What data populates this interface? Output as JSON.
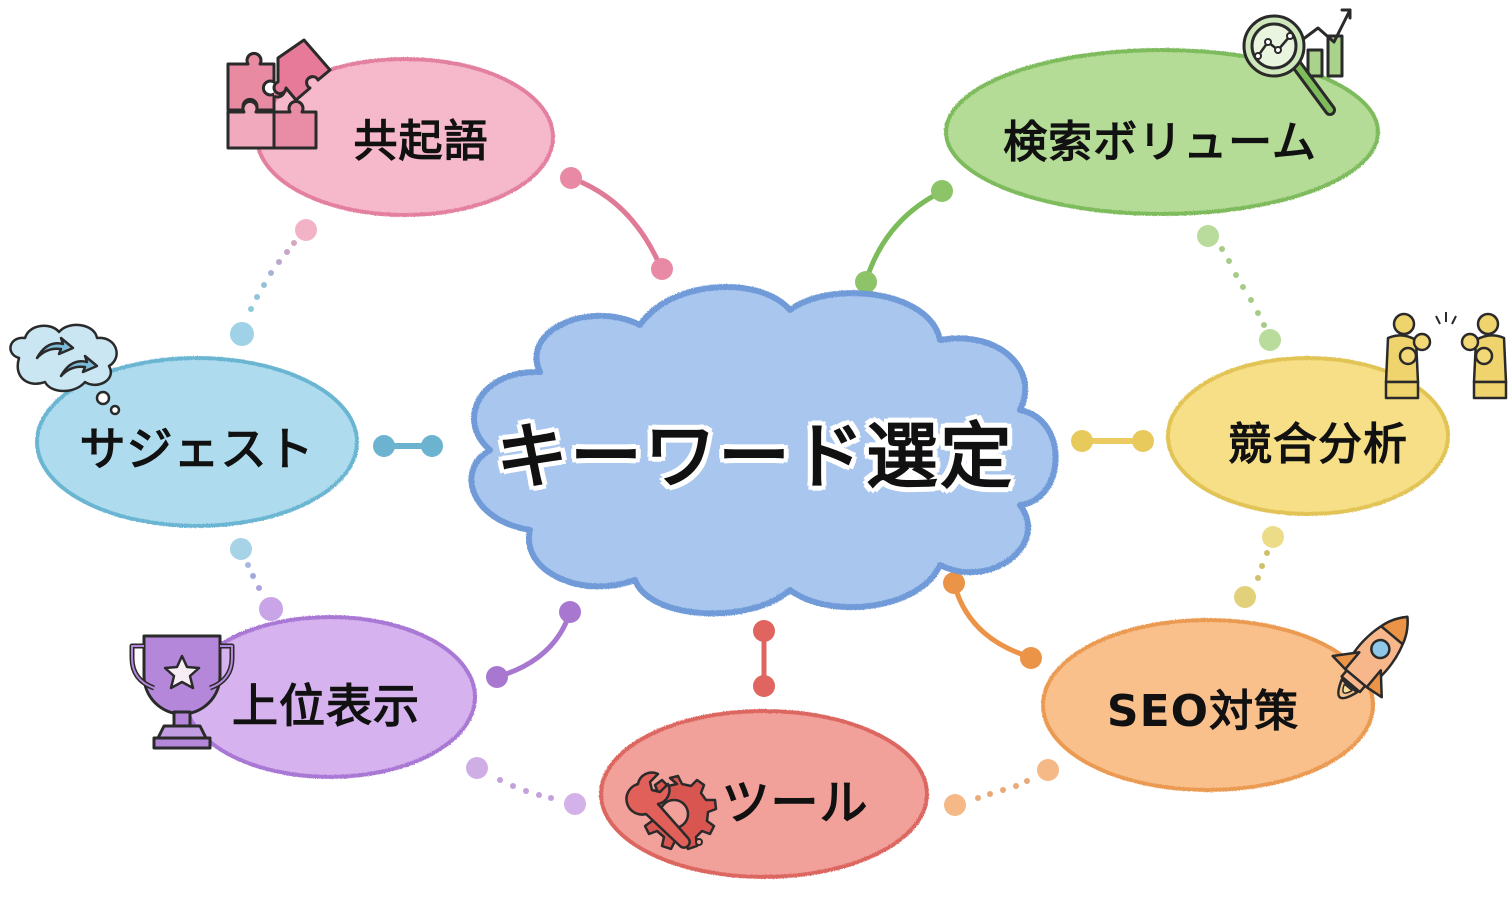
{
  "center": {
    "label": "キーワード選定",
    "fill": "#a9c6ef",
    "stroke": "#6f9bd8"
  },
  "nodes": [
    {
      "id": "co-occurrence",
      "label": "共起語",
      "icon": "puzzle-icon",
      "fill": "#f6b9cc",
      "stroke": "#e3809f"
    },
    {
      "id": "search-volume",
      "label": "検索ボリューム",
      "icon": "magnifier-chart-icon",
      "fill": "#b5dc96",
      "stroke": "#7dbb5b"
    },
    {
      "id": "suggest",
      "label": "サジェスト",
      "icon": "thought-cloud-arrows-icon",
      "fill": "#aedcee",
      "stroke": "#6bb5d2"
    },
    {
      "id": "competitor-analysis",
      "label": "競合分析",
      "icon": "boxers-icon",
      "fill": "#f6df86",
      "stroke": "#e2c456"
    },
    {
      "id": "top-ranking",
      "label": "上位表示",
      "icon": "trophy-icon",
      "fill": "#d6b3ef",
      "stroke": "#a978d4"
    },
    {
      "id": "tools",
      "label": "ツール",
      "icon": "wrench-gear-icon",
      "fill": "#f2a09a",
      "stroke": "#dc6661"
    },
    {
      "id": "seo",
      "label": "SEO対策",
      "icon": "rocket-icon",
      "fill": "#f9c08c",
      "stroke": "#eb9a51"
    }
  ],
  "connectors": {
    "solid": [
      {
        "from": "center",
        "to": "co-occurrence",
        "color": "#e07b97"
      },
      {
        "from": "center",
        "to": "search-volume",
        "color": "#7cbb5a"
      },
      {
        "from": "center",
        "to": "suggest",
        "color": "#6bb3cf"
      },
      {
        "from": "center",
        "to": "competitor-analysis",
        "color": "#e8c95c"
      },
      {
        "from": "center",
        "to": "top-ranking",
        "color": "#a878d1"
      },
      {
        "from": "center",
        "to": "tools",
        "color": "#e06560"
      },
      {
        "from": "center",
        "to": "seo",
        "color": "#eb9447"
      }
    ],
    "dotted": [
      {
        "from": "co-occurrence",
        "to": "suggest"
      },
      {
        "from": "suggest",
        "to": "top-ranking"
      },
      {
        "from": "top-ranking",
        "to": "tools"
      },
      {
        "from": "tools",
        "to": "seo"
      },
      {
        "from": "seo",
        "to": "competitor-analysis"
      },
      {
        "from": "competitor-analysis",
        "to": "search-volume"
      }
    ]
  }
}
